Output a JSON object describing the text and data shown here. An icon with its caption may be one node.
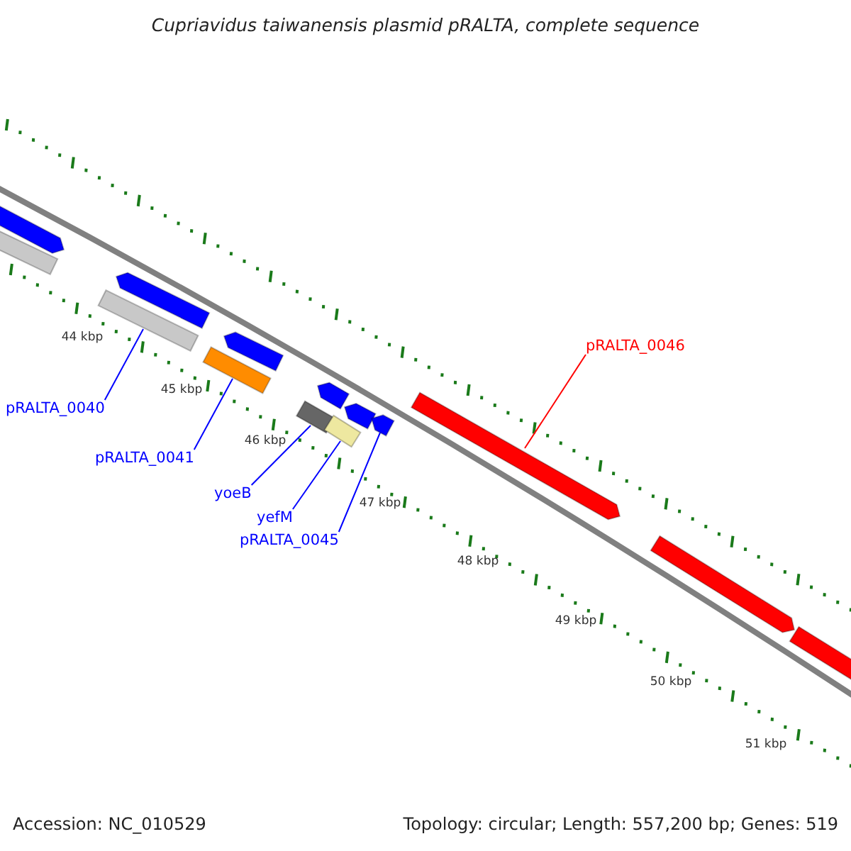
{
  "diagram": {
    "title": "Cupriavidus taiwanensis plasmid pRALTA, complete sequence",
    "nodes": [
      {
        "text": [],
        "shape": "bar"
      },
      {
        "text": [],
        "shape": "bar"
      },
      {
        "text": [],
        "shape": "bar"
      },
      {
        "text": [],
        "shape": "bar"
      },
      {
        "text": [
          "pRALTA_0040"
        ]
      },
      {
        "text": [],
        "shape": "bar"
      },
      {
        "text": [],
        "shape": "bar"
      },
      {
        "text": [
          "pRALTA_0041"
        ]
      },
      {
        "text": [],
        "shape": "bar"
      },
      {
        "text": [],
        "shape": "bar"
      },
      {
        "text": [],
        "shape": "bar"
      },
      {
        "text": [],
        "shape": "bar"
      },
      {
        "text": [],
        "shape": "bar"
      },
      {
        "text": [
          "yoeB"
        ]
      },
      {
        "text": [
          "yefM"
        ]
      },
      {
        "text": [
          "pRALTA_0045"
        ]
      },
      {
        "text": [
          "pRALTA_0046"
        ]
      },
      {
        "text": [],
        "shape": "bar"
      },
      {
        "text": [],
        "shape": "bar"
      },
      {
        "text": [],
        "shape": "bar"
      }
    ],
    "edges": [
      {
        "from": 4,
        "to": 3,
        "arrow": "none"
      },
      {
        "from": 7,
        "to": 6,
        "arrow": "none"
      },
      {
        "from": 13,
        "to": 9,
        "arrow": "none"
      },
      {
        "from": 14,
        "to": 10,
        "arrow": "none"
      },
      {
        "from": 15,
        "to": 12,
        "arrow": "none"
      },
      {
        "from": 16,
        "to": 17,
        "arrow": "none",
        "color": "#ff0000"
      }
    ],
    "labels": [
      "44 kbp",
      "45 kbp",
      "46 kbp",
      "47 kbp",
      "48 kbp",
      "49 kbp",
      "50 kbp",
      "51 kbp",
      "Accession: NC_010529",
      "Topology: circular; Length: 557,200 bp; Genes: 519"
    ]
  }
}
